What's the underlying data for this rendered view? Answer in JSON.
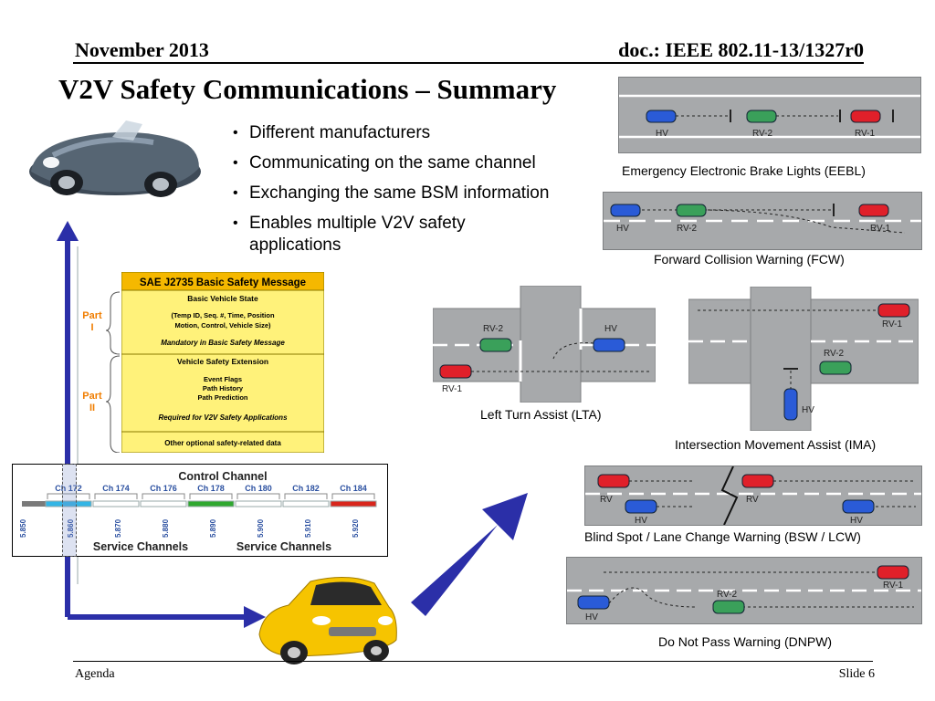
{
  "header": {
    "date": "November 2013",
    "doc": "doc.: IEEE 802.11-13/1327r0"
  },
  "title": "V2V Safety Communications – Summary",
  "bullets": [
    "Different manufacturers",
    "Communicating on the same channel",
    "Exchanging the same BSM information",
    "Enables multiple V2V safety applications"
  ],
  "bsm": {
    "title": "SAE J2735 Basic Safety Message",
    "part1": {
      "label": "Part I",
      "heading": "Basic Vehicle State",
      "detail_line1": "(Temp ID, Seq. #, Time, Position",
      "detail_line2": "Motion, Control, Vehicle Size)",
      "note": "Mandatory in Basic Safety Message"
    },
    "part2": {
      "label": "Part II",
      "heading": "Vehicle Safety Extension",
      "items": [
        "Event Flags",
        "Path History",
        "Path Prediction"
      ],
      "note": "Required for V2V Safety Applications"
    },
    "other": "Other optional safety-related data"
  },
  "channels": {
    "control_label": "Control Channel",
    "service_label_left": "Service Channels",
    "service_label_right": "Service Channels",
    "channel_names": [
      "Ch 172",
      "Ch 174",
      "Ch 176",
      "Ch 178",
      "Ch 180",
      "Ch 182",
      "Ch 184"
    ],
    "channel_colors": [
      "#33b5e5",
      "#ffffff",
      "#ffffff",
      "#2fa82f",
      "#ffffff",
      "#ffffff",
      "#d9261c"
    ],
    "frequencies": [
      "5.850",
      "5.860",
      "5.870",
      "5.880",
      "5.890",
      "5.900",
      "5.910",
      "5.920"
    ]
  },
  "scenarios": {
    "eebl": {
      "caption": "Emergency Electronic Brake Lights (EEBL)",
      "labels": [
        "HV",
        "RV-2",
        "RV-1"
      ]
    },
    "fcw": {
      "caption": "Forward Collision Warning (FCW)",
      "labels": [
        "HV",
        "RV-2",
        "RV-1"
      ]
    },
    "lta": {
      "caption": "Left Turn Assist (LTA)",
      "labels": [
        "RV-2",
        "HV",
        "RV-1"
      ]
    },
    "ima": {
      "caption": "Intersection Movement Assist (IMA)",
      "labels": [
        "RV-1",
        "RV-2",
        "HV"
      ]
    },
    "bsw": {
      "caption": "Blind Spot / Lane Change Warning (BSW / LCW)",
      "labels": [
        "RV",
        "HV",
        "RV",
        "HV"
      ]
    },
    "dnpw": {
      "caption": "Do Not Pass Warning (DNPW)",
      "labels": [
        "HV",
        "RV-2",
        "RV-1"
      ]
    }
  },
  "colors": {
    "host_vehicle": "#2a5bd7",
    "remote_vehicle_2": "#3aa05a",
    "remote_vehicle_1": "#e0202a",
    "road": "#a7a9ab",
    "arrow": "#2b2fa8",
    "bsm_fill": "#fff27a",
    "bsm_title_fill": "#f5b800"
  },
  "footer": {
    "left": "Agenda",
    "right": "Slide 6"
  }
}
